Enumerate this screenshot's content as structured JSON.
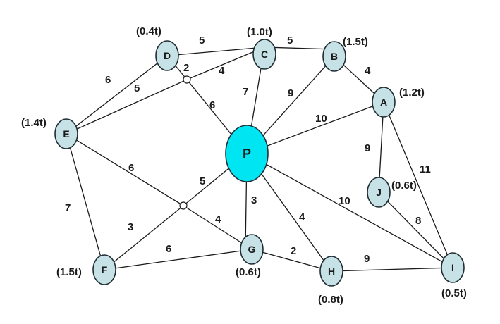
{
  "nodes": {
    "D": {
      "label": "D",
      "demand": "(0.4t)"
    },
    "C": {
      "label": "C",
      "demand": "(1.0t)"
    },
    "B": {
      "label": "B",
      "demand": "(1.5t)"
    },
    "A": {
      "label": "A",
      "demand": "(1.2t)"
    },
    "E": {
      "label": "E",
      "demand": "(1.4t)"
    },
    "P": {
      "label": "P"
    },
    "J": {
      "label": "J",
      "demand": "(0.6t)"
    },
    "F": {
      "label": "F",
      "demand": "(1.5t)"
    },
    "G": {
      "label": "G",
      "demand": "(0.6t)"
    },
    "H": {
      "label": "H",
      "demand": "(0.8t)"
    },
    "I": {
      "label": "I",
      "demand": "(0.5t)"
    }
  },
  "edges": {
    "d_c": "5",
    "c_b": "5",
    "b_a": "4",
    "e_d": "6",
    "d_k1": "2",
    "c_k1": "4",
    "e_k1": "5",
    "k1_p": "6",
    "c_p": "7",
    "b_p": "9",
    "a_p": "10",
    "a_j": "9",
    "a_i": "11",
    "j_i": "8",
    "e_k2": "6",
    "k2_p": "5",
    "e_f": "7",
    "f_k2": "3",
    "k2_g": "4",
    "f_g": "6",
    "p_g": "3",
    "p_h": "4",
    "p_i": "10",
    "g_h": "2",
    "h_i": "9"
  }
}
